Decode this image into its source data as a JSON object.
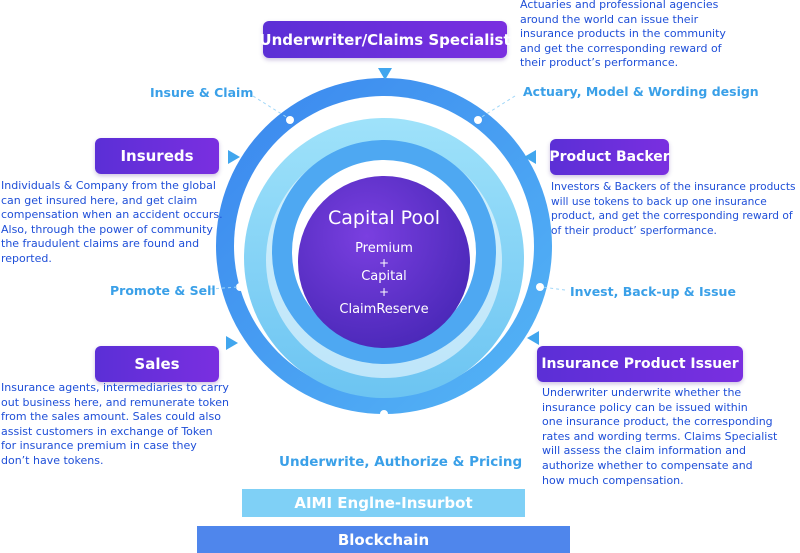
{
  "center": {
    "title": "Capital Pool",
    "line1": "Premium",
    "plus1": "+",
    "line2": "Capital",
    "plus2": "+",
    "line3": "ClaimReserve"
  },
  "roles": {
    "underwriter": "Underwriter/Claims Specialist",
    "insureds": "Insureds",
    "product_backer": "Product Backer",
    "sales": "Sales",
    "issuer": "Insurance Product Issuer"
  },
  "descriptions": {
    "underwriter": [
      "Actuaries and professional agencies",
      "around the world can issue their",
      "insurance products in the community",
      "and get the corresponding reward of",
      "their product’s performance."
    ],
    "insureds": [
      "Individuals & Company from the global",
      "can get insured here, and get claim",
      "compensation when an accident occurs.",
      "Also, through the power of community",
      "the fraudulent claims are found and",
      "reported."
    ],
    "product_backer": [
      "Investors & Backers of the insurance products",
      "will use tokens to back up one insurance",
      "product, and get the corresponding reward of",
      "of their product’ sperformance."
    ],
    "sales": [
      "Insurance agents, intermediaries to carry",
      "out business here, and remunerate token",
      "from the sales amount. Sales could also",
      "assist customers in exchange of Token",
      "for insurance premium in case they",
      "don’t have tokens."
    ],
    "issuer": [
      "Underwriter underwrite whether the",
      "insurance policy can be issued within",
      "one insurance product, the corresponding",
      "rates and wording terms. Claims Specialist",
      "will assess the claim information and",
      "authorize whether to compensate and",
      "how much compensation."
    ]
  },
  "flows": {
    "insure_claim": "Insure & Claim",
    "actuary": "Actuary, Model & Wording design",
    "promote_sell": "Promote & Sell",
    "invest": "Invest, Back-up & Issue",
    "underwrite": "Underwrite, Authorize & Pricing"
  },
  "bars": {
    "aimi": "AIMI Englne-Insurbot",
    "blockchain": "Blockchain"
  },
  "colors": {
    "role_purple": "#6230da",
    "text_blue": "#1f4fd8",
    "flow_blue": "#3aa0e8",
    "ring_blue": "#3d96f2",
    "ring_light": "#8fd8f8",
    "center_purple": "#5a2fc8",
    "aimi_bar": "#7fd0f6",
    "blockchain_bar": "#4f86ec"
  }
}
